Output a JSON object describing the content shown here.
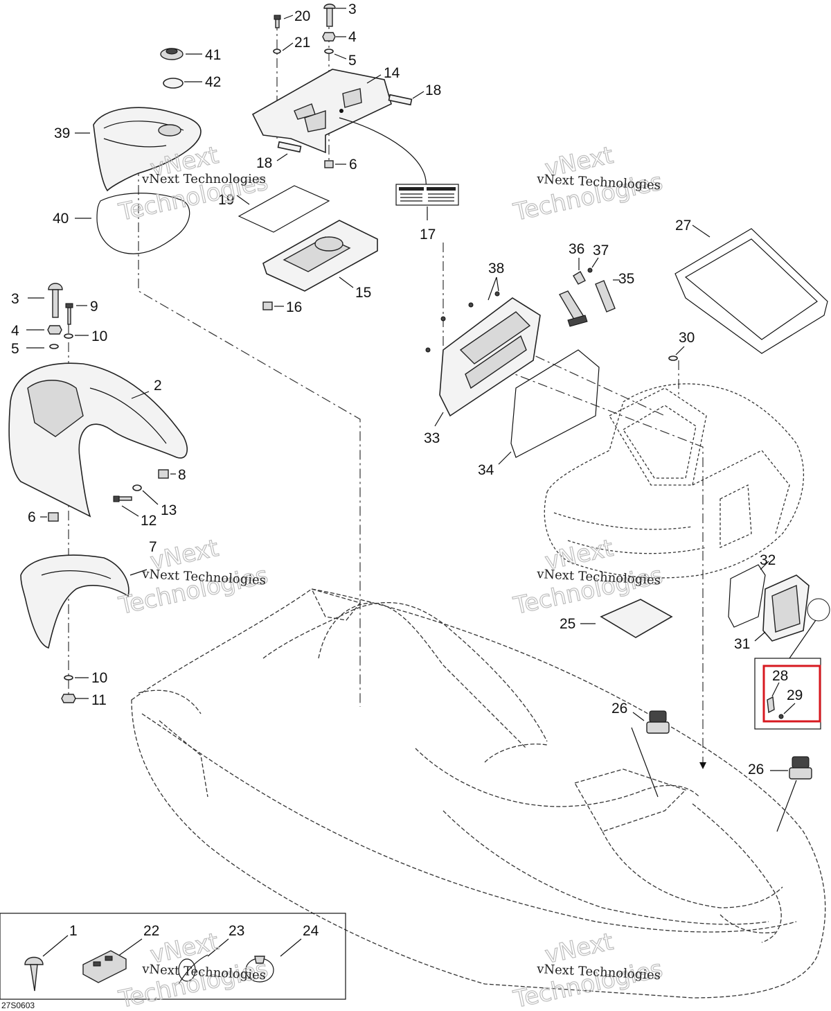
{
  "diagram": {
    "callouts": [
      {
        "id": "c20",
        "text": "20"
      },
      {
        "id": "c3a",
        "text": "3"
      },
      {
        "id": "c4a",
        "text": "4"
      },
      {
        "id": "c21",
        "text": "21"
      },
      {
        "id": "c5a",
        "text": "5"
      },
      {
        "id": "c41",
        "text": "41"
      },
      {
        "id": "c42",
        "text": "42"
      },
      {
        "id": "c14",
        "text": "14"
      },
      {
        "id": "c18a",
        "text": "18"
      },
      {
        "id": "c39",
        "text": "39"
      },
      {
        "id": "c18b",
        "text": "18"
      },
      {
        "id": "c6a",
        "text": "6"
      },
      {
        "id": "c19",
        "text": "19"
      },
      {
        "id": "c40",
        "text": "40"
      },
      {
        "id": "c17",
        "text": "17"
      },
      {
        "id": "c15",
        "text": "15"
      },
      {
        "id": "c16",
        "text": "16"
      },
      {
        "id": "c27",
        "text": "27"
      },
      {
        "id": "c36",
        "text": "36"
      },
      {
        "id": "c37",
        "text": "37"
      },
      {
        "id": "c35",
        "text": "35"
      },
      {
        "id": "c38",
        "text": "38"
      },
      {
        "id": "c3b",
        "text": "3"
      },
      {
        "id": "c9",
        "text": "9"
      },
      {
        "id": "c4b",
        "text": "4"
      },
      {
        "id": "c10a",
        "text": "10"
      },
      {
        "id": "c5b",
        "text": "5"
      },
      {
        "id": "c30",
        "text": "30"
      },
      {
        "id": "c2",
        "text": "2"
      },
      {
        "id": "c33",
        "text": "33"
      },
      {
        "id": "c8",
        "text": "8"
      },
      {
        "id": "c34",
        "text": "34"
      },
      {
        "id": "c13",
        "text": "13"
      },
      {
        "id": "c6b",
        "text": "6"
      },
      {
        "id": "c12",
        "text": "12"
      },
      {
        "id": "c7",
        "text": "7"
      },
      {
        "id": "c32",
        "text": "32"
      },
      {
        "id": "c25",
        "text": "25"
      },
      {
        "id": "c31",
        "text": "31"
      },
      {
        "id": "c10b",
        "text": "10"
      },
      {
        "id": "c28",
        "text": "28"
      },
      {
        "id": "c29",
        "text": "29"
      },
      {
        "id": "c11",
        "text": "11"
      },
      {
        "id": "c26a",
        "text": "26"
      },
      {
        "id": "c26b",
        "text": "26"
      },
      {
        "id": "c1",
        "text": "1"
      },
      {
        "id": "c22",
        "text": "22"
      },
      {
        "id": "c23",
        "text": "23"
      },
      {
        "id": "c24",
        "text": "24"
      }
    ],
    "watermark_small": "vNext Technologies",
    "watermark_big_1": "vNext",
    "watermark_big_2": "Technologies",
    "figure_code": "27S0603",
    "colors": {
      "highlight": "#d71920",
      "ink": "#111111"
    }
  }
}
